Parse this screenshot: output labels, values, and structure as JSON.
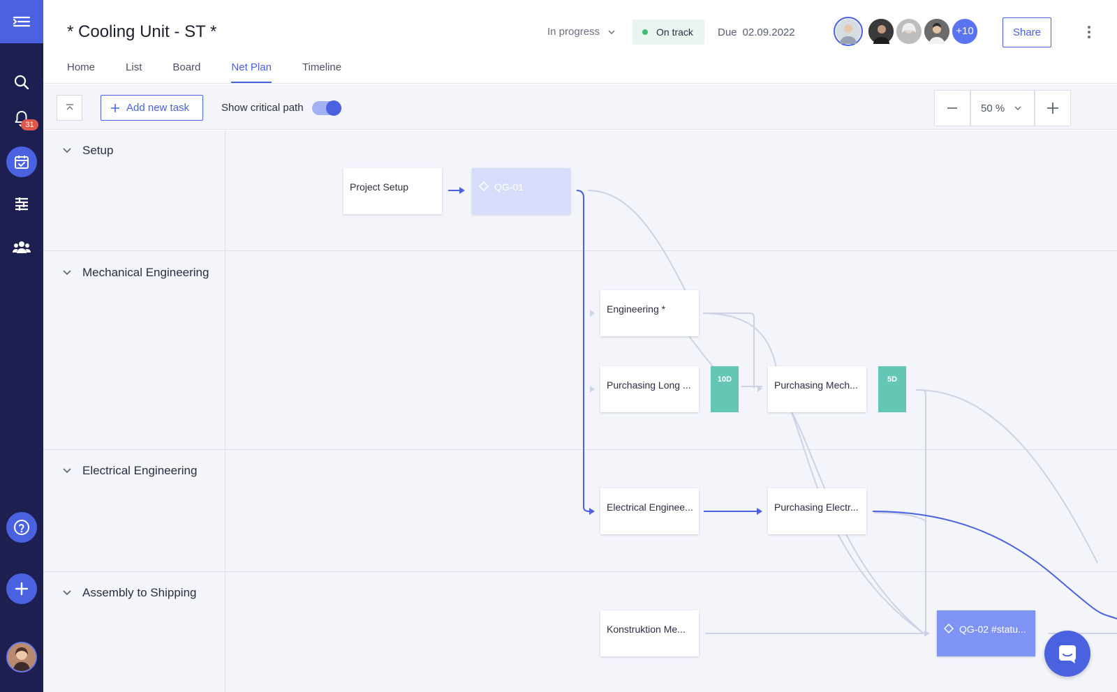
{
  "app": {
    "project_title": "* Cooling Unit - ST *",
    "status": "In progress",
    "health": "On track",
    "due_label": "Due",
    "due_date": "02.09.2022",
    "more_members": "+10",
    "share_label": "Share"
  },
  "sidebar": {
    "notification_count": "31"
  },
  "tabs": [
    {
      "label": "Home"
    },
    {
      "label": "List"
    },
    {
      "label": "Board"
    },
    {
      "label": "Net Plan"
    },
    {
      "label": "Timeline"
    }
  ],
  "toolbar": {
    "add_task_label": "Add new task",
    "critical_path_label": "Show critical path",
    "critical_path_on": true,
    "zoom_value": "50 %"
  },
  "lanes": [
    {
      "label": "Setup"
    },
    {
      "label": "Mechanical Engineering"
    },
    {
      "label": "Electrical Engineering"
    },
    {
      "label": "Assembly to Shipping"
    }
  ],
  "tasks": {
    "project_setup": "Project Setup",
    "qg01": "QG-01",
    "engineering": "Engineering *",
    "purchasing_long": "Purchasing Long ...",
    "purchasing_mech": "Purchasing Mech...",
    "electrical_eng": "Electrical Enginee...",
    "purchasing_electr": "Purchasing Electr...",
    "konstruktion": "Konstruktion Me...",
    "qg02": "QG-02 #statu..."
  },
  "lags": {
    "lag1": "10D",
    "lag2": "5D"
  },
  "colors": {
    "sidebar_bg": "#1c1f4f",
    "accent": "#4a62e0",
    "lag_green": "#64c6b4",
    "on_track": "#3fbf75",
    "badge_red": "#e2574c"
  }
}
